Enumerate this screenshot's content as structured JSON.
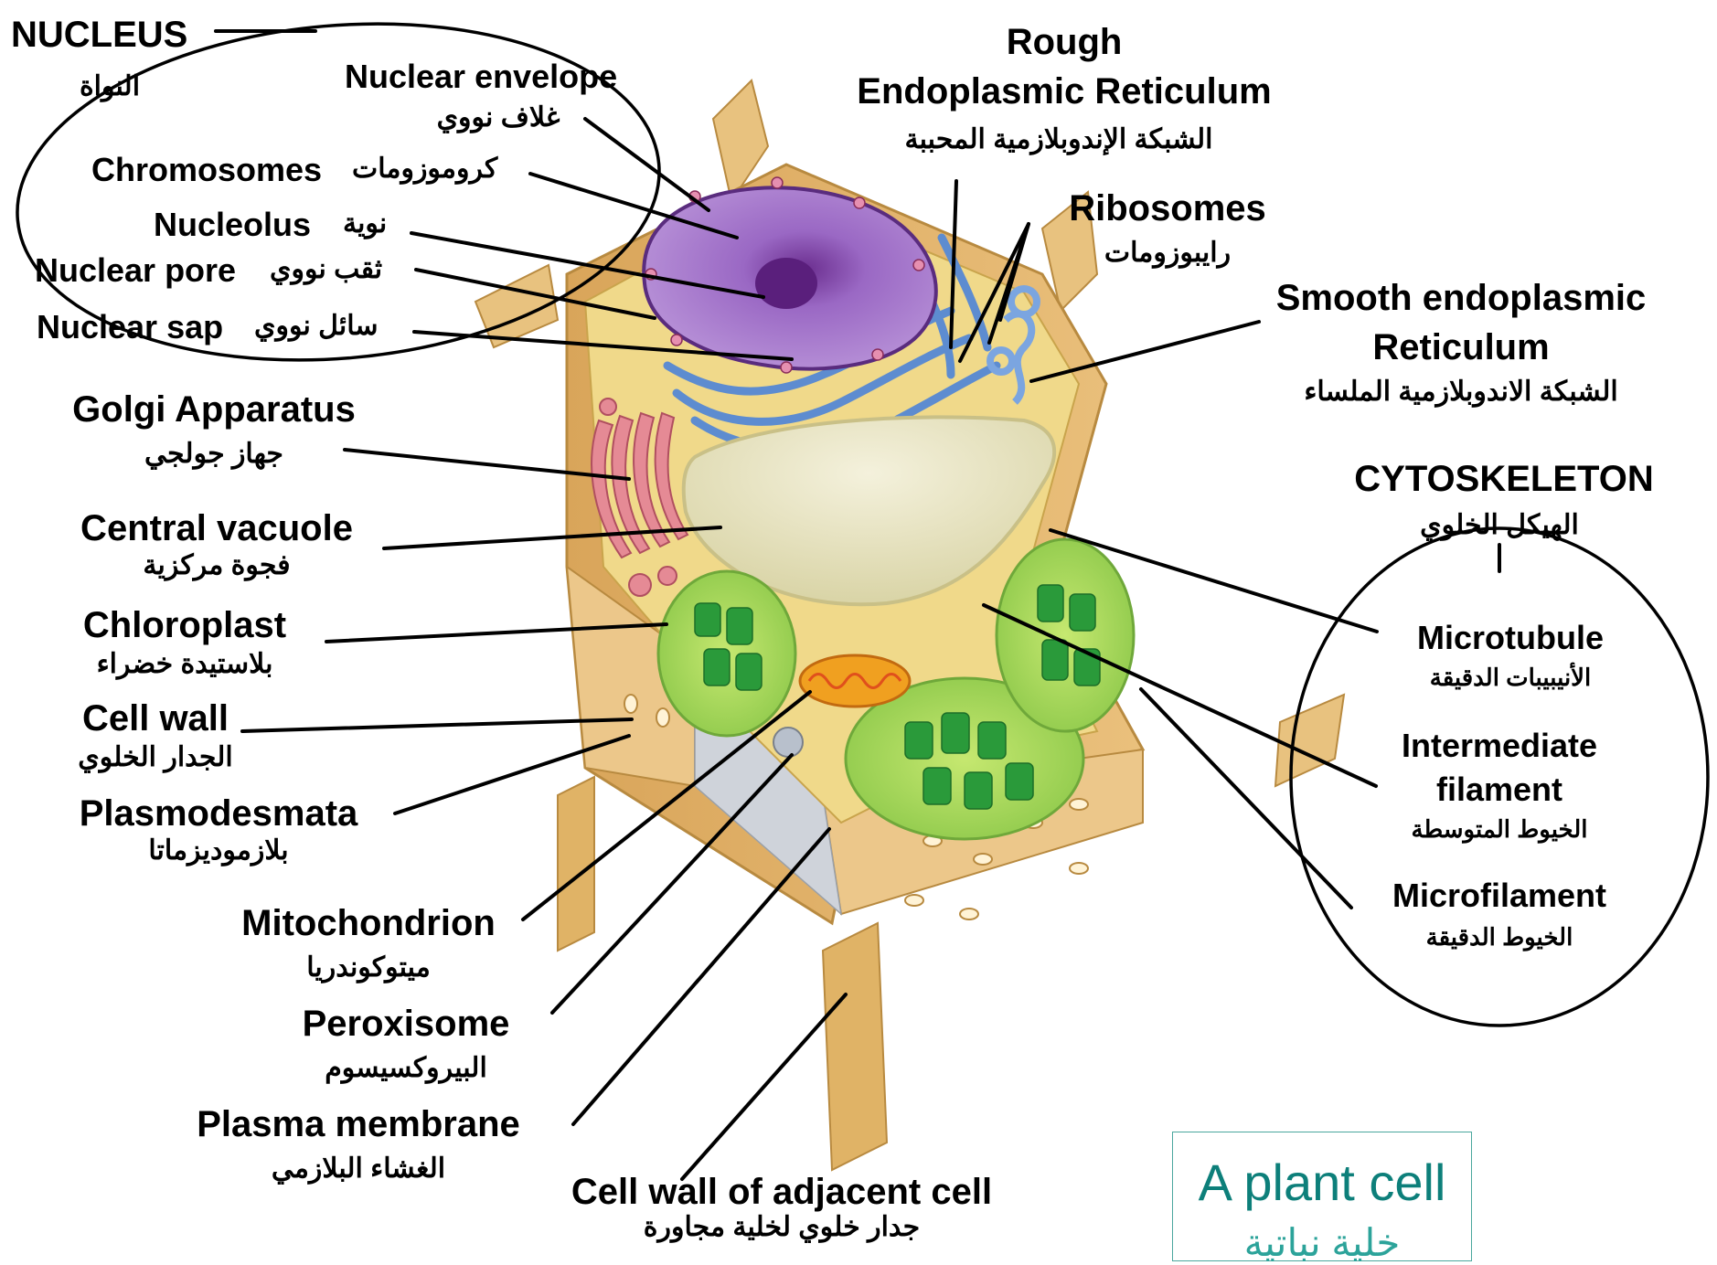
{
  "labels": {
    "nucleus": {
      "en": "NUCLEUS",
      "ar": "النواة"
    },
    "nuclear_envelope": {
      "en": "Nuclear envelope",
      "ar": "غلاف نووي"
    },
    "chromosomes": {
      "en": "Chromosomes",
      "ar": "كروموزومات"
    },
    "nucleolus": {
      "en": "Nucleolus",
      "ar": "نوية"
    },
    "nuclear_pore": {
      "en": "Nuclear pore",
      "ar": "ثقب نووي"
    },
    "nuclear_sap": {
      "en": "Nuclear sap",
      "ar": "سائل نووي"
    },
    "rough_er": {
      "en1": "Rough",
      "en2": "Endoplasmic Reticulum",
      "ar": "الشبكة الإندوبلازمية المحببة"
    },
    "ribosomes": {
      "en": "Ribosomes",
      "ar": "رايبوزومات"
    },
    "smooth_er": {
      "en1": "Smooth endoplasmic",
      "en2": "Reticulum",
      "ar": "الشبكة الاندوبلازمية الملساء"
    },
    "golgi": {
      "en": "Golgi Apparatus",
      "ar": "جهاز جولجي"
    },
    "central_vacuole": {
      "en": "Central vacuole",
      "ar": "فجوة مركزية"
    },
    "chloroplast": {
      "en": "Chloroplast",
      "ar": "بلاستيدة خضراء"
    },
    "cell_wall": {
      "en": "Cell wall",
      "ar": "الجدار الخلوي"
    },
    "plasmodesmata": {
      "en": "Plasmodesmata",
      "ar": "بلازموديزماتا"
    },
    "mitochondrion": {
      "en": "Mitochondrion",
      "ar": "ميتوكوندريا"
    },
    "peroxisome": {
      "en": "Peroxisome",
      "ar": "البيروكسيسوم"
    },
    "plasma_membrane": {
      "en": "Plasma membrane",
      "ar": "الغشاء البلازمي"
    },
    "adjacent_wall": {
      "en": "Cell wall of adjacent cell",
      "ar": "جدار خلوي لخلية مجاورة"
    },
    "cytoskeleton": {
      "en": "CYTOSKELETON",
      "ar": "الهيكل الخلوي"
    },
    "microtubule": {
      "en": "Microtubule",
      "ar": "الأنيبيبات الدقيقة"
    },
    "intermediate_filament": {
      "en1": "Intermediate",
      "en2": "filament",
      "ar": "الخيوط المتوسطة"
    },
    "microfilament": {
      "en": "Microfilament",
      "ar": "الخيوط الدقيقة"
    }
  },
  "title": {
    "en": "A plant cell",
    "ar": "خلية نباتية"
  },
  "colors": {
    "cell_wall": "#e2b46a",
    "cytoplasm": "#f0d98a",
    "nucleus": "#8a55b3",
    "rough_er": "#5d8cd0",
    "golgi": "#e07a86",
    "chloroplast": "#3cab3c",
    "vacuole": "#e7e3c4",
    "mitochondrion": "#f0a020",
    "title_text": "#0d7f7a"
  }
}
